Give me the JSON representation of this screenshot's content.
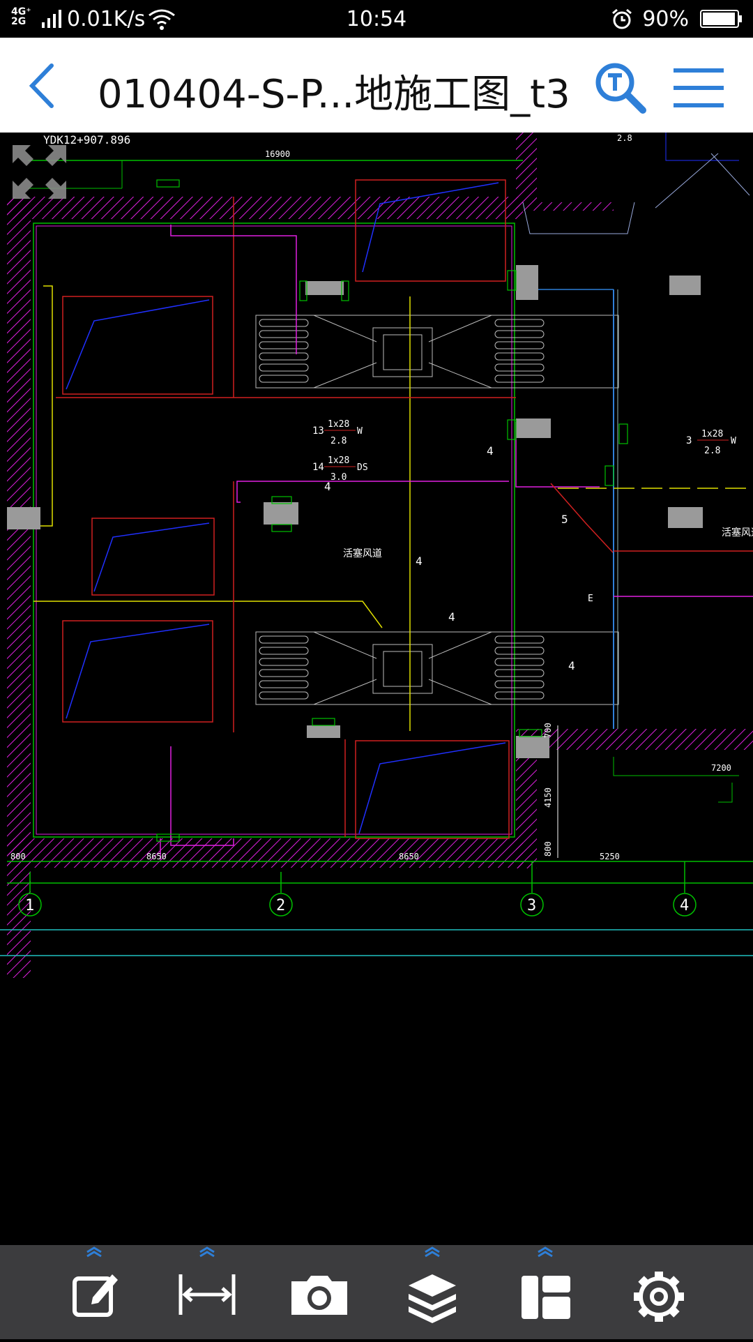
{
  "status_bar": {
    "network": "4G⁺\n2G",
    "speed": "0.01K/s",
    "time": "10:54",
    "battery": "90%",
    "icons": [
      "signal-icon",
      "wifi-icon",
      "alarm-icon",
      "battery-icon"
    ]
  },
  "header": {
    "title": "010404-S-P...地施工图_t3",
    "icons": [
      "back-icon",
      "text-search-icon",
      "menu-icon"
    ]
  },
  "drawing": {
    "station": "YDK12+907.896",
    "dims": {
      "top": "16900",
      "bottom_a": "800",
      "bottom_b": "8650",
      "bottom_c": "8650",
      "bottom_d": "5250",
      "right_a": "700",
      "right_b": "4150",
      "right_c": "800",
      "right_e": "7200",
      "top_right": "2.8"
    },
    "labels": {
      "piston": "活塞风道",
      "piston_right": "活塞风道",
      "e": "E"
    },
    "annotations": {
      "a13": "13",
      "a13_top": "1x28",
      "a13_bot": "2.8",
      "a13_tag": "W",
      "a14": "14",
      "a14_top": "1x28",
      "a14_bot": "3.0",
      "a14_tag": "DS",
      "a3": "3",
      "a3_top": "1x28",
      "a3_bot": "2.8",
      "a3_tag": "W",
      "n4": "4",
      "n5": "5"
    },
    "axes": [
      "1",
      "2",
      "3",
      "4"
    ]
  },
  "toolbar": {
    "icons": [
      "edit-icon",
      "measure-icon",
      "camera-icon",
      "layers-icon",
      "layout-icon",
      "settings-icon"
    ]
  },
  "colors": {
    "background": "#000000",
    "wall_hatch": "#e020e0",
    "grid": "#00c000",
    "accent": "#2e7fd8",
    "toolbar": "#3c3c3e"
  }
}
